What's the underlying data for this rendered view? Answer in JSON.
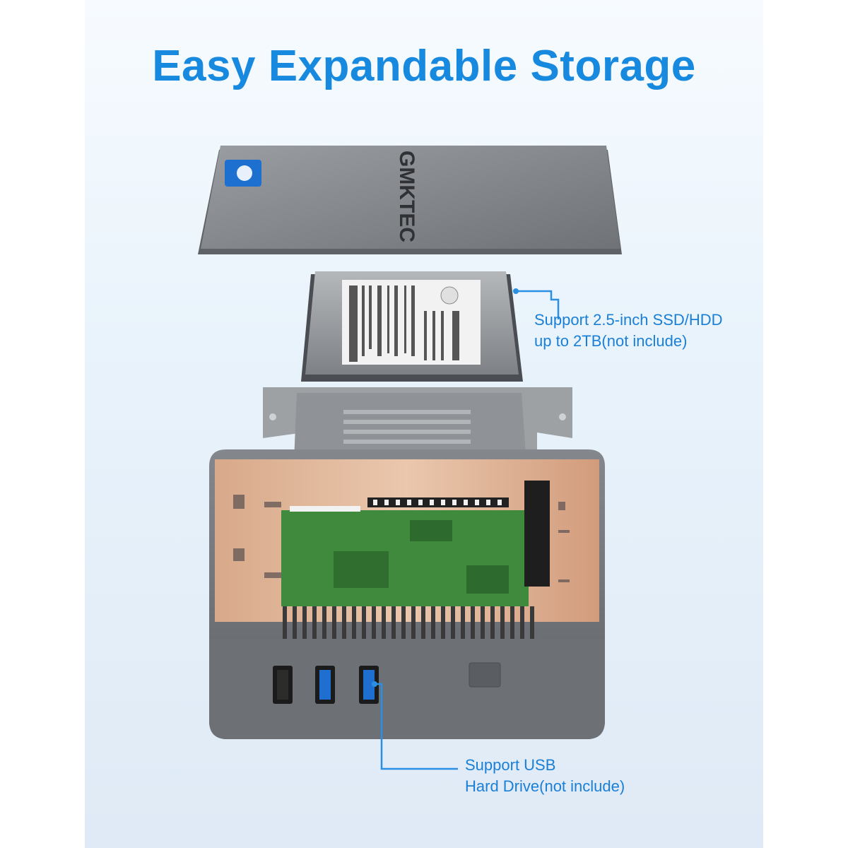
{
  "headline": "Easy Expandable Storage",
  "brand": "GMKTEC",
  "callouts": {
    "ssd": {
      "line1": "Support 2.5-inch SSD/HDD",
      "line2": "up to 2TB(not include)"
    },
    "usb": {
      "line1": "Support USB",
      "line2": "Hard Drive(not include)"
    }
  },
  "colors": {
    "accent": "#1789df",
    "callout_line": "#2b8fe3",
    "chassis": "#707478",
    "pcb": "#3f8a3c",
    "usb_blue": "#1e6fd0"
  }
}
